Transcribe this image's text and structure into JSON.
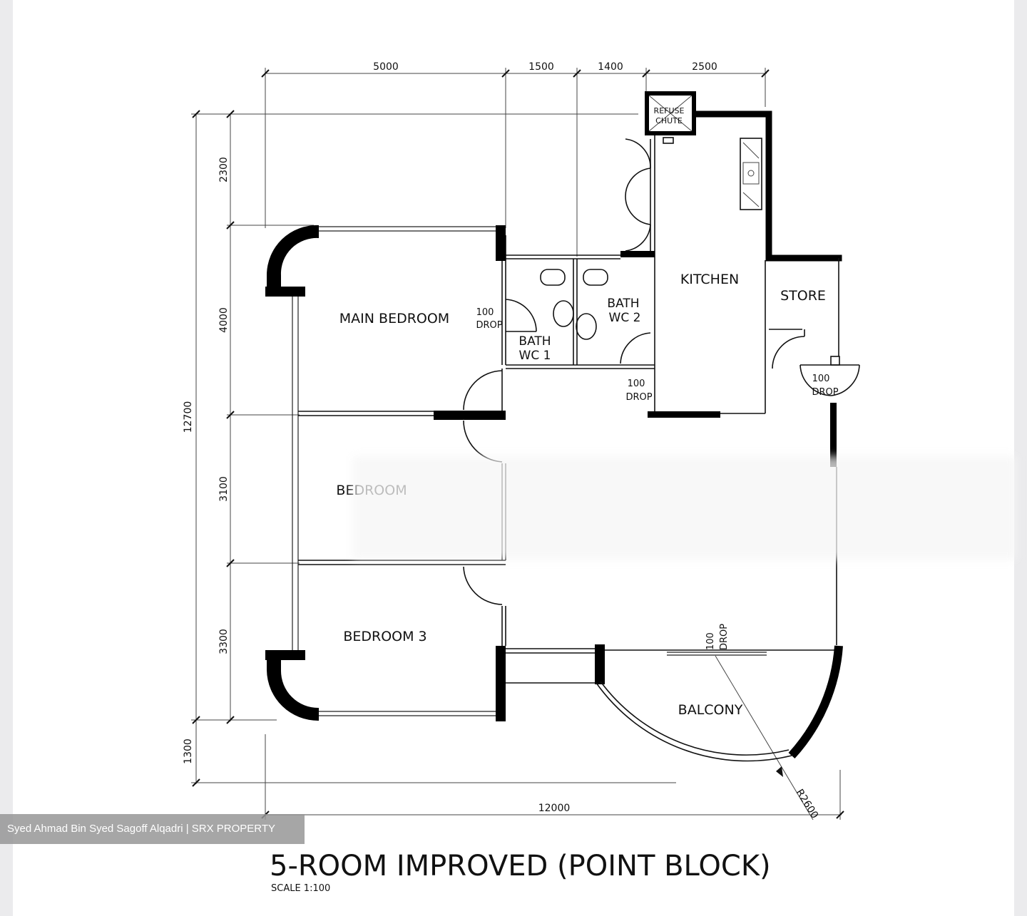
{
  "plan": {
    "title": "5-ROOM IMPROVED (POINT BLOCK)",
    "scale": "SCALE  1:100",
    "rooms": {
      "refuse_chute_1": "REFUSE",
      "refuse_chute_2": "CHUTE",
      "kitchen": "KITCHEN",
      "store": "STORE",
      "main_bedroom": "MAIN  BEDROOM",
      "bath_wc1_1": "BATH",
      "bath_wc1_2": "WC  1",
      "bath_wc2_1": "BATH",
      "bath_wc2_2": "WC  2",
      "bedroom_2": "BEDROOM",
      "bedroom_3": "BEDROOM  3",
      "balcony": "BALCONY"
    },
    "drops": {
      "main_value": "100",
      "main_label": "DROP",
      "kitchen_value": "100",
      "kitchen_label": "DROP",
      "entry_value": "100",
      "entry_label": "DROP",
      "balcony_value": "100",
      "balcony_label": "DROP"
    },
    "radius": "R2600",
    "dimensions": {
      "top": [
        "5000",
        "1500",
        "1400",
        "2500"
      ],
      "left": [
        "2300",
        "4000",
        "3100",
        "3300",
        "1300"
      ],
      "overall_left": "12700",
      "bottom": "12000"
    }
  },
  "watermark": "Syed Ahmad Bin Syed Sagoff Alqadri | SRX PROPERTY"
}
